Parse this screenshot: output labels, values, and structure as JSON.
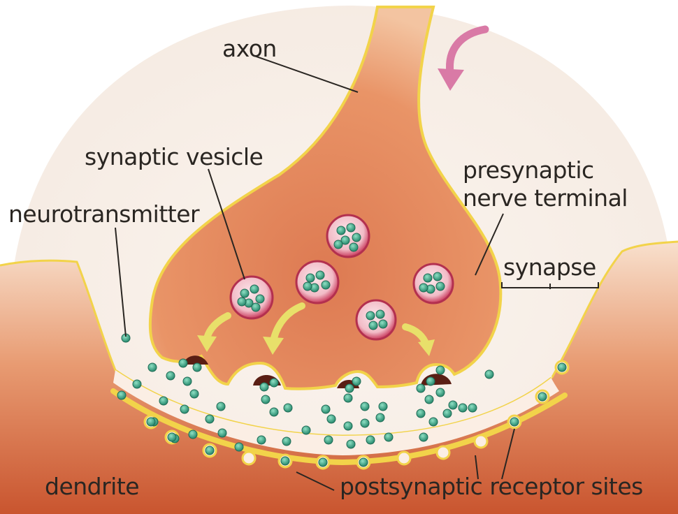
{
  "labels": {
    "axon": "axon",
    "synaptic_vesicle": "synaptic vesicle",
    "neurotransmitter": "neurotransmitter",
    "presynaptic_line1": "presynaptic",
    "presynaptic_line2": "nerve terminal",
    "synapse": "synapse",
    "dendrite": "dendrite",
    "postsynaptic_receptor_sites": "postsynaptic receptor sites"
  },
  "colors": {
    "outline": "#f2d34a",
    "vesicle_rim": "#c93a5c",
    "neurotransmitter": "#2e8f73",
    "flow_arrow": "#d97aa6",
    "release_arrow": "#e8e06a"
  }
}
